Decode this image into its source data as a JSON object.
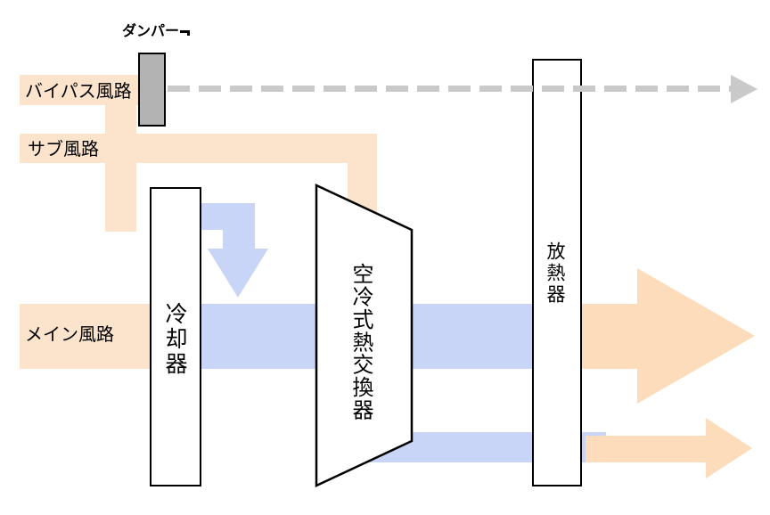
{
  "diagram": {
    "damper": {
      "label": "ダンパー"
    },
    "paths": {
      "bypass": {
        "label": "バイパス風路"
      },
      "sub": {
        "label": "サブ風路"
      },
      "main": {
        "label": "メイン風路"
      }
    },
    "components": {
      "cooler": {
        "label": "冷却器"
      },
      "heat_exchanger": {
        "label": "空冷式熱交換器"
      },
      "radiator": {
        "label": "放熱器"
      }
    },
    "colors": {
      "duct_orange": "#FBE3CC",
      "arrow_orange": "#FCDCBA",
      "flow_blue": "#C8D5F6",
      "damper_gray": "#B3B3B3",
      "dashed_gray": "#C9C9C9",
      "line_black": "#000000"
    }
  }
}
